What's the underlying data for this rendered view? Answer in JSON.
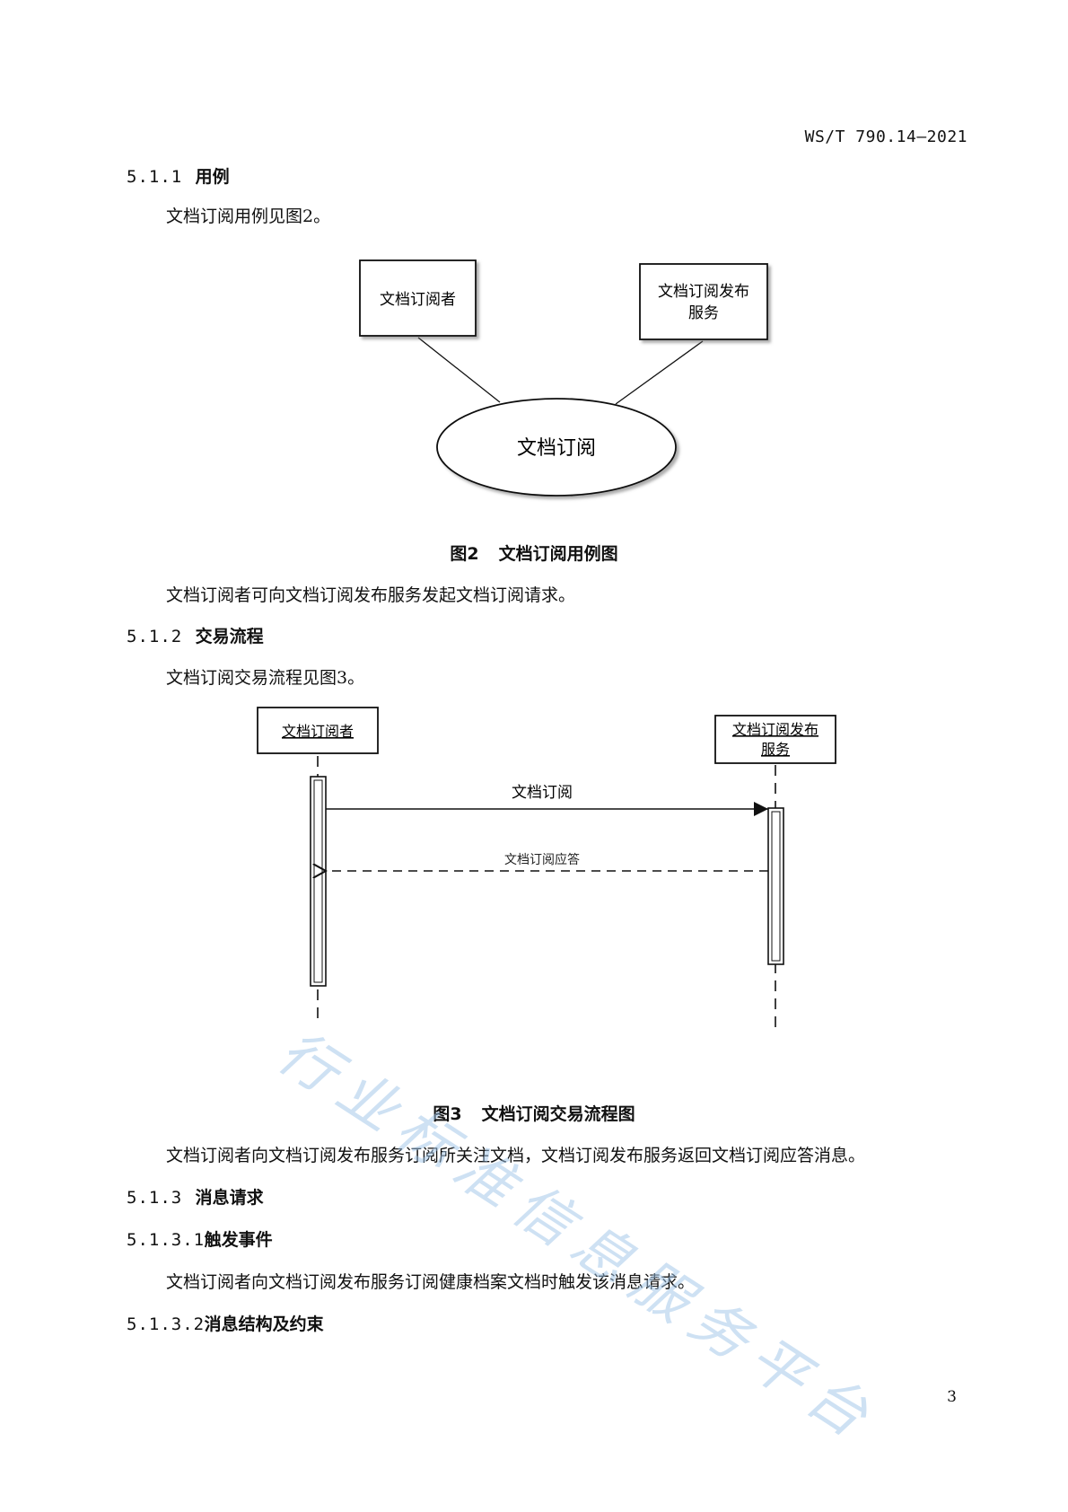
{
  "header": {
    "standard_code": "WS/T 790.14—2021"
  },
  "sections": {
    "s511": {
      "number": "5.1.1",
      "title": "用例"
    },
    "s512": {
      "number": "5.1.2",
      "title": "交易流程"
    },
    "s513": {
      "number": "5.1.3",
      "title": "消息请求"
    },
    "s5131": {
      "number": "5.1.3.1",
      "title": "触发事件"
    },
    "s5132": {
      "number": "5.1.3.2",
      "title": "消息结构及约束"
    }
  },
  "paragraphs": {
    "p1": "文档订阅用例见图2。",
    "p2": "文档订阅者可向文档订阅发布服务发起文档订阅请求。",
    "p3": "文档订阅交易流程见图3。",
    "p4": "文档订阅者向文档订阅发布服务订阅所关注文档，文档订阅发布服务返回文档订阅应答消息。",
    "p5": "文档订阅者向文档订阅发布服务订阅健康档案文档时触发该消息请求。"
  },
  "figure2": {
    "caption_number": "图2",
    "caption_title": "文档订阅用例图",
    "actor_left": "文档订阅者",
    "actor_right_line1": "文档订阅发布",
    "actor_right_line2": "服务",
    "use_case": "文档订阅"
  },
  "figure3": {
    "caption_number": "图3",
    "caption_title": "文档订阅交易流程图",
    "lifeline_left": "文档订阅者",
    "lifeline_right_line1": "文档订阅发布",
    "lifeline_right_line2": "服务",
    "message_request": "文档订阅",
    "message_response": "文档订阅应答"
  },
  "watermark": "行业标准信息服务平台",
  "page_number": "3"
}
